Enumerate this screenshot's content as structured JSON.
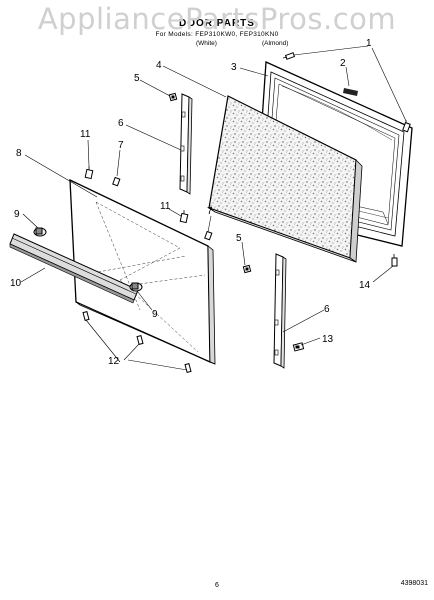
{
  "watermark": "AppliancePartsPros.com",
  "title": "DOOR PARTS",
  "subtitle": "For Models: FEP310KW0, FEP310KN0",
  "variants": {
    "white": "(White)",
    "almond": "(Almond)"
  },
  "callouts": [
    {
      "id": "1",
      "label": "1"
    },
    {
      "id": "2",
      "label": "2"
    },
    {
      "id": "3",
      "label": "3"
    },
    {
      "id": "4",
      "label": "4"
    },
    {
      "id": "5a",
      "label": "5"
    },
    {
      "id": "5b",
      "label": "5"
    },
    {
      "id": "6a",
      "label": "6"
    },
    {
      "id": "6b",
      "label": "6"
    },
    {
      "id": "7a",
      "label": "7"
    },
    {
      "id": "7b",
      "label": "7"
    },
    {
      "id": "8",
      "label": "8"
    },
    {
      "id": "9a",
      "label": "9"
    },
    {
      "id": "9b",
      "label": "9"
    },
    {
      "id": "10",
      "label": "10"
    },
    {
      "id": "11a",
      "label": "11"
    },
    {
      "id": "11b",
      "label": "11"
    },
    {
      "id": "12",
      "label": "12"
    },
    {
      "id": "13",
      "label": "13"
    },
    {
      "id": "14",
      "label": "14"
    }
  ],
  "page_number": "6",
  "doc_number": "4398031"
}
